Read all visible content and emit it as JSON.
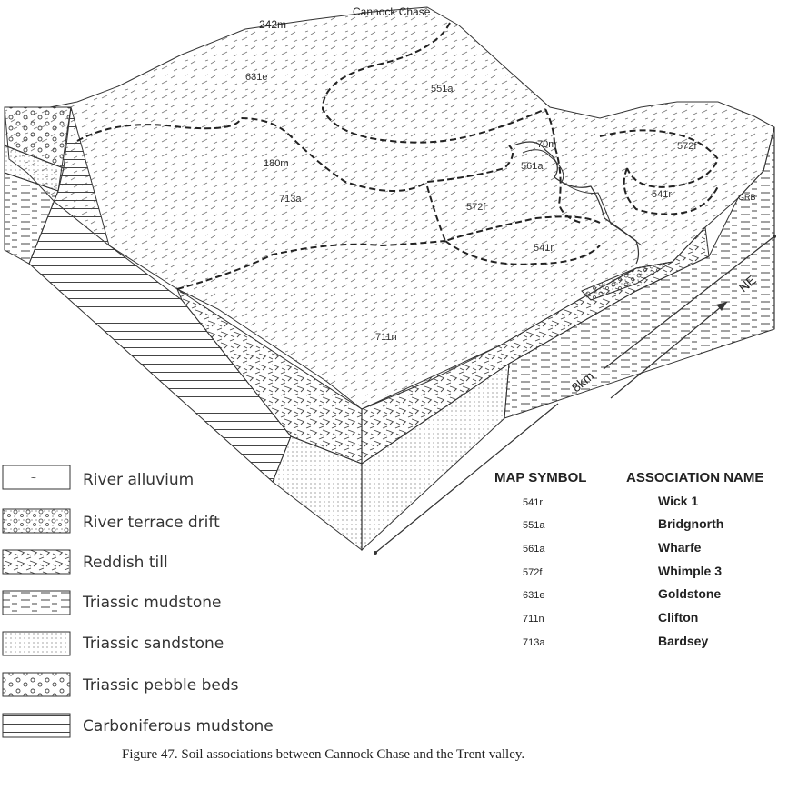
{
  "diagram": {
    "labels": {
      "top": "Cannock Chase",
      "elev_242": "242m",
      "elev_180": "180m",
      "elev_70": "70m",
      "grb": "GRB",
      "north": "NE",
      "scale": "8km"
    },
    "map_symbols": {
      "s631e": "631e",
      "s551a": "551a",
      "s713a": "713a",
      "s572f_mid": "572f",
      "s561a": "561a",
      "s572f_right": "572f",
      "s541r_right": "541r",
      "s541r_mid": "541r",
      "s711n": "711n"
    }
  },
  "legend": [
    {
      "label": "River alluvium",
      "pattern": "alluvium"
    },
    {
      "label": "River terrace drift",
      "pattern": "drift"
    },
    {
      "label": "Reddish till",
      "pattern": "till"
    },
    {
      "label": "Triassic mudstone",
      "pattern": "mudstone"
    },
    {
      "label": "Triassic sandstone",
      "pattern": "sandstone"
    },
    {
      "label": "Triassic pebble beds",
      "pattern": "pebble"
    },
    {
      "label": "Carboniferous mudstone",
      "pattern": "carbmud"
    }
  ],
  "table": {
    "headers": [
      "MAP SYMBOL",
      "ASSOCIATION NAME"
    ],
    "rows": [
      {
        "symbol": "541r",
        "name": "Wick 1"
      },
      {
        "symbol": "551a",
        "name": "Bridgnorth"
      },
      {
        "symbol": "561a",
        "name": "Wharfe"
      },
      {
        "symbol": "572f",
        "name": "Whimple 3"
      },
      {
        "symbol": "631e",
        "name": "Goldstone"
      },
      {
        "symbol": "711n",
        "name": "Clifton"
      },
      {
        "symbol": "713a",
        "name": "Bardsey"
      }
    ]
  },
  "caption": "Figure 47. Soil associations between Cannock Chase and the Trent valley."
}
